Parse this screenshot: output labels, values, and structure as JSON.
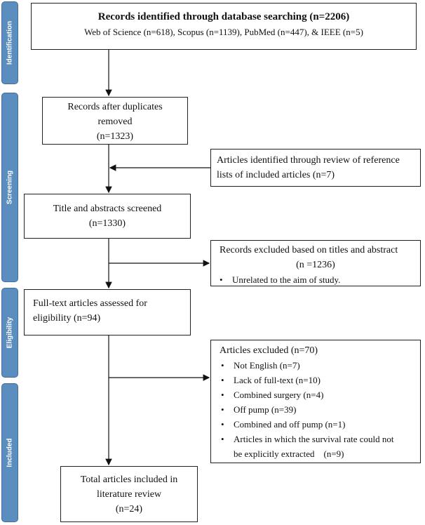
{
  "stages": {
    "identification": "Identification",
    "screening": "Screening",
    "eligibility": "Eligibility",
    "included": "Included"
  },
  "identified": {
    "title": "Records identified through database searching (n=2206)",
    "sources": "Web of Science (n=618), Scopus (n=1139), PubMed (n=447), & IEEE (n=5)"
  },
  "after_duplicates": {
    "line1": "Records after duplicates",
    "line2": "removed",
    "line3": "(n=1323)"
  },
  "reference_lists": {
    "line1": "Articles identified through review of reference",
    "line2": "lists of included articles (n=7)"
  },
  "screened": {
    "line1": "Title and abstracts screened",
    "line2": "(n=1330)"
  },
  "excluded_titles": {
    "line1": "Records excluded based on titles and abstract",
    "line2": "(n =1236)",
    "items": [
      "Unrelated to the aim of study."
    ]
  },
  "full_text": {
    "line1": "Full-text articles assessed for",
    "line2": "eligibility (n=94)"
  },
  "excluded_articles": {
    "title": "Articles excluded (n=70)",
    "items": [
      "Not English (n=7)",
      "Lack of full-text (n=10)",
      "Combined surgery (n=4)",
      "Off pump (n=39)",
      "Combined and off pump (n=1)",
      "Articles in which the survival rate could not",
      "be explicitly extracted    (n=9)"
    ]
  },
  "included": {
    "line1": "Total articles included in",
    "line2": "literature review",
    "line3": "(n=24)"
  },
  "colors": {
    "stage_fill": "#5b8dbe",
    "box_border": "#222222",
    "arrow": "#111111"
  }
}
